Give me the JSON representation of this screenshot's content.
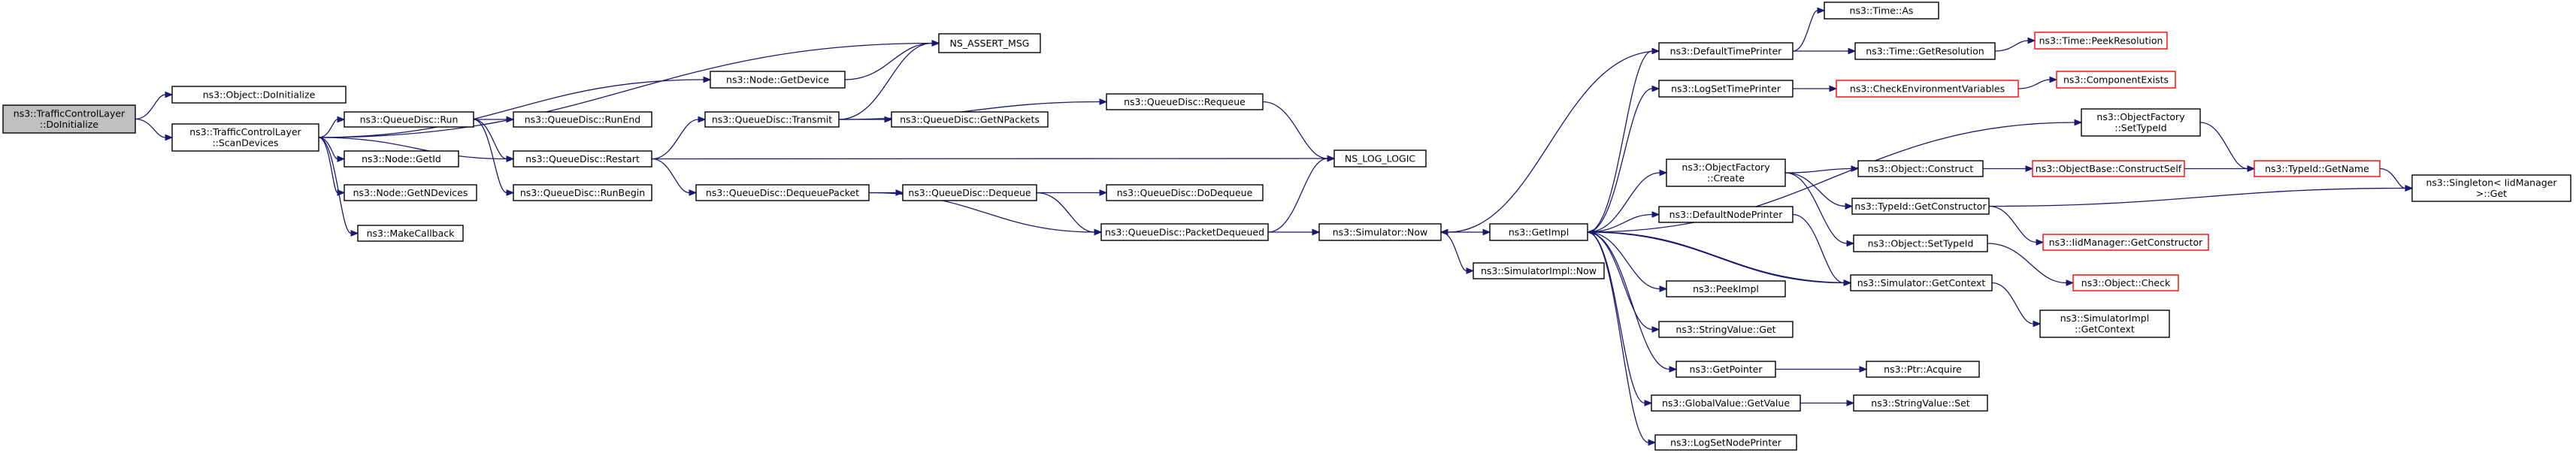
{
  "diagram": {
    "colors": {
      "edge": "#191970",
      "node_border": "#000000",
      "node_border_warning": "#ff0000",
      "node_fill": "#ffffff",
      "root_fill": "#bfbfbf"
    },
    "nodes": [
      {
        "id": "root",
        "lines": [
          "ns3::TrafficControlLayer",
          "::DoInitialize"
        ],
        "style": "root"
      },
      {
        "id": "objinit",
        "lines": [
          "ns3::Object::DoInitialize"
        ],
        "style": "normal"
      },
      {
        "id": "scan",
        "lines": [
          "ns3::TrafficControlLayer",
          "::ScanDevices"
        ],
        "style": "normal"
      },
      {
        "id": "assert",
        "lines": [
          "NS_ASSERT_MSG"
        ],
        "style": "normal"
      },
      {
        "id": "getdev",
        "lines": [
          "ns3::Node::GetDevice"
        ],
        "style": "normal"
      },
      {
        "id": "qdrun",
        "lines": [
          "ns3::QueueDisc::Run"
        ],
        "style": "normal"
      },
      {
        "id": "getid",
        "lines": [
          "ns3::Node::GetId"
        ],
        "style": "normal"
      },
      {
        "id": "getndev",
        "lines": [
          "ns3::Node::GetNDevices"
        ],
        "style": "normal"
      },
      {
        "id": "makecb",
        "lines": [
          "ns3::MakeCallback"
        ],
        "style": "normal"
      },
      {
        "id": "runend",
        "lines": [
          "ns3::QueueDisc::RunEnd"
        ],
        "style": "normal"
      },
      {
        "id": "restart",
        "lines": [
          "ns3::QueueDisc::Restart"
        ],
        "style": "normal"
      },
      {
        "id": "runbegin",
        "lines": [
          "ns3::QueueDisc::RunBegin"
        ],
        "style": "normal"
      },
      {
        "id": "transmit",
        "lines": [
          "ns3::QueueDisc::Transmit"
        ],
        "style": "normal"
      },
      {
        "id": "deqpkt",
        "lines": [
          "ns3::QueueDisc::DequeuePacket"
        ],
        "style": "normal"
      },
      {
        "id": "requeue",
        "lines": [
          "ns3::QueueDisc::Requeue"
        ],
        "style": "normal"
      },
      {
        "id": "getnpk",
        "lines": [
          "ns3::QueueDisc::GetNPackets"
        ],
        "style": "normal"
      },
      {
        "id": "dequeue",
        "lines": [
          "ns3::QueueDisc::Dequeue"
        ],
        "style": "normal"
      },
      {
        "id": "dodeq",
        "lines": [
          "ns3::QueueDisc::DoDequeue"
        ],
        "style": "normal"
      },
      {
        "id": "pktdeq",
        "lines": [
          "ns3::QueueDisc::PacketDequeued"
        ],
        "style": "normal"
      },
      {
        "id": "logic",
        "lines": [
          "NS_LOG_LOGIC"
        ],
        "style": "normal"
      },
      {
        "id": "simnow",
        "lines": [
          "ns3::Simulator::Now"
        ],
        "style": "normal"
      },
      {
        "id": "simimplnow",
        "lines": [
          "ns3::SimulatorImpl::Now"
        ],
        "style": "normal"
      },
      {
        "id": "getimpl",
        "lines": [
          "ns3::GetImpl"
        ],
        "style": "normal"
      },
      {
        "id": "deftime",
        "lines": [
          "ns3::DefaultTimePrinter"
        ],
        "style": "normal"
      },
      {
        "id": "logsettime",
        "lines": [
          "ns3::LogSetTimePrinter"
        ],
        "style": "normal"
      },
      {
        "id": "objfcreate",
        "lines": [
          "ns3::ObjectFactory",
          "::Create"
        ],
        "style": "normal"
      },
      {
        "id": "defnode",
        "lines": [
          "ns3::DefaultNodePrinter"
        ],
        "style": "normal"
      },
      {
        "id": "peekimpl",
        "lines": [
          "ns3::PeekImpl"
        ],
        "style": "normal"
      },
      {
        "id": "strvalget",
        "lines": [
          "ns3::StringValue::Get"
        ],
        "style": "normal"
      },
      {
        "id": "getptr",
        "lines": [
          "ns3::GetPointer"
        ],
        "style": "normal"
      },
      {
        "id": "gvget",
        "lines": [
          "ns3::GlobalValue::GetValue"
        ],
        "style": "normal"
      },
      {
        "id": "logsetnode",
        "lines": [
          "ns3::LogSetNodePrinter"
        ],
        "style": "normal"
      },
      {
        "id": "timeas",
        "lines": [
          "ns3::Time::As"
        ],
        "style": "normal"
      },
      {
        "id": "timegetres",
        "lines": [
          "ns3::Time::GetResolution"
        ],
        "style": "normal"
      },
      {
        "id": "checkenv",
        "lines": [
          "ns3::CheckEnvironmentVariables"
        ],
        "style": "warning"
      },
      {
        "id": "timepeek",
        "lines": [
          "ns3::Time::PeekResolution"
        ],
        "style": "warning"
      },
      {
        "id": "compexists",
        "lines": [
          "ns3::ComponentExists"
        ],
        "style": "warning"
      },
      {
        "id": "objfsettid",
        "lines": [
          "ns3::ObjectFactory",
          "::SetTypeId"
        ],
        "style": "normal"
      },
      {
        "id": "objconstruct",
        "lines": [
          "ns3::Object::Construct"
        ],
        "style": "normal"
      },
      {
        "id": "objbasecs",
        "lines": [
          "ns3::ObjectBase::ConstructSelf"
        ],
        "style": "warning"
      },
      {
        "id": "tidgetname",
        "lines": [
          "ns3::TypeId::GetName"
        ],
        "style": "warning"
      },
      {
        "id": "tidgetctor",
        "lines": [
          "ns3::TypeId::GetConstructor"
        ],
        "style": "normal"
      },
      {
        "id": "singleton",
        "lines": [
          "ns3::Singleton< IidManager",
          " >::Get"
        ],
        "style": "normal"
      },
      {
        "id": "iidgetctor",
        "lines": [
          "ns3::IidManager::GetConstructor"
        ],
        "style": "warning"
      },
      {
        "id": "objsettid",
        "lines": [
          "ns3::Object::SetTypeId"
        ],
        "style": "normal"
      },
      {
        "id": "objcheck",
        "lines": [
          "ns3::Object::Check"
        ],
        "style": "warning"
      },
      {
        "id": "simgetctx",
        "lines": [
          "ns3::Simulator::GetContext"
        ],
        "style": "normal"
      },
      {
        "id": "simimplctx",
        "lines": [
          "ns3::SimulatorImpl",
          "::GetContext"
        ],
        "style": "normal"
      },
      {
        "id": "ptracquire",
        "lines": [
          "ns3::Ptr::Acquire"
        ],
        "style": "normal"
      },
      {
        "id": "strvalset",
        "lines": [
          "ns3::StringValue::Set"
        ],
        "style": "normal"
      }
    ],
    "edges": [
      [
        "root",
        "objinit"
      ],
      [
        "root",
        "scan"
      ],
      [
        "scan",
        "assert"
      ],
      [
        "scan",
        "getdev"
      ],
      [
        "scan",
        "qdrun"
      ],
      [
        "scan",
        "getid"
      ],
      [
        "scan",
        "getndev"
      ],
      [
        "scan",
        "makecb"
      ],
      [
        "scan",
        "restart"
      ],
      [
        "getdev",
        "assert"
      ],
      [
        "qdrun",
        "runend"
      ],
      [
        "qdrun",
        "restart"
      ],
      [
        "qdrun",
        "runbegin"
      ],
      [
        "restart",
        "transmit"
      ],
      [
        "restart",
        "deqpkt"
      ],
      [
        "restart",
        "logic"
      ],
      [
        "transmit",
        "assert"
      ],
      [
        "transmit",
        "requeue"
      ],
      [
        "transmit",
        "getnpk"
      ],
      [
        "requeue",
        "logic"
      ],
      [
        "deqpkt",
        "dequeue"
      ],
      [
        "deqpkt",
        "pktdeq"
      ],
      [
        "dequeue",
        "dodeq"
      ],
      [
        "dequeue",
        "pktdeq"
      ],
      [
        "pktdeq",
        "logic"
      ],
      [
        "pktdeq",
        "simnow"
      ],
      [
        "simnow",
        "getimpl"
      ],
      [
        "simnow",
        "simimplnow"
      ],
      [
        "getimpl",
        "deftime"
      ],
      [
        "getimpl",
        "logsettime"
      ],
      [
        "getimpl",
        "objfsettid"
      ],
      [
        "getimpl",
        "objfcreate"
      ],
      [
        "getimpl",
        "defnode"
      ],
      [
        "getimpl",
        "simgetctx"
      ],
      [
        "getimpl",
        "peekimpl"
      ],
      [
        "getimpl",
        "strvalget"
      ],
      [
        "getimpl",
        "getptr"
      ],
      [
        "getimpl",
        "gvget"
      ],
      [
        "getimpl",
        "logsetnode"
      ],
      [
        "deftime",
        "timeas"
      ],
      [
        "deftime",
        "timegetres"
      ],
      [
        "deftime",
        "simnow"
      ],
      [
        "timegetres",
        "timepeek"
      ],
      [
        "logsettime",
        "checkenv"
      ],
      [
        "checkenv",
        "compexists"
      ],
      [
        "objfsettid",
        "tidgetname"
      ],
      [
        "objfcreate",
        "objconstruct"
      ],
      [
        "objfcreate",
        "tidgetctor"
      ],
      [
        "objfcreate",
        "objsettid"
      ],
      [
        "objconstruct",
        "objbasecs"
      ],
      [
        "objbasecs",
        "tidgetname"
      ],
      [
        "tidgetname",
        "singleton"
      ],
      [
        "tidgetctor",
        "singleton"
      ],
      [
        "tidgetctor",
        "iidgetctor"
      ],
      [
        "objsettid",
        "objcheck"
      ],
      [
        "defnode",
        "simgetctx"
      ],
      [
        "simgetctx",
        "simimplctx"
      ],
      [
        "simgetctx",
        "getimpl"
      ],
      [
        "getptr",
        "ptracquire"
      ],
      [
        "gvget",
        "strvalset"
      ]
    ]
  }
}
